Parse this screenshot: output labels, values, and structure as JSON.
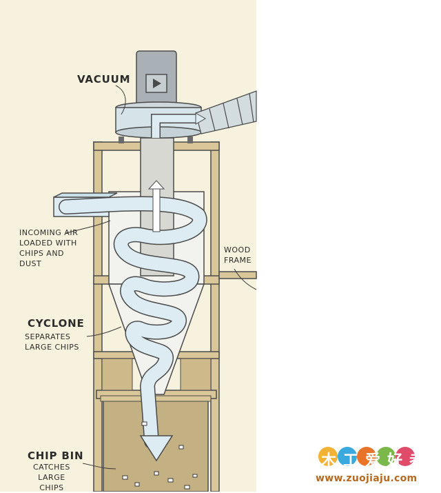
{
  "labels": {
    "vacuum": "VACUUM",
    "incoming_air": [
      "INCOMING AIR",
      "LOADED WITH",
      "CHIPS AND",
      "DUST"
    ],
    "wood_frame": [
      "WOOD",
      "FRAME"
    ],
    "cyclone_title": "CYCLONE",
    "cyclone_desc": [
      "SEPARATES",
      "LARGE CHIPS"
    ],
    "chip_bin_title": "CHIP BIN",
    "chip_bin_desc": [
      "CATCHES",
      "LARGE",
      "CHIPS"
    ]
  },
  "watermark": {
    "brand": "木工爱好者",
    "url": "www.zuojiaju.com"
  },
  "colors": {
    "background": "#f7f2dd",
    "frame_wood": "#d9c79a",
    "airflow": "#dcecf2",
    "outline": "#4a4a4a",
    "chips_fill": "#b9a67a",
    "watermark_orange": "#e8742a"
  }
}
